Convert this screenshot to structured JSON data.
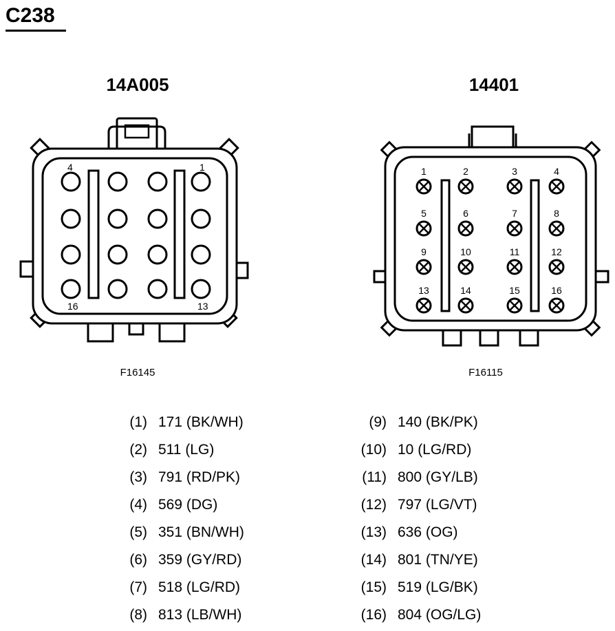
{
  "title": "C238",
  "left_connector": {
    "name": "14A005",
    "figure_code": "F16145",
    "pin_labels": {
      "top_left": "4",
      "top_right": "1",
      "bottom_left": "16",
      "bottom_right": "13"
    }
  },
  "right_connector": {
    "name": "14401",
    "figure_code": "F16115",
    "pin_labels": [
      "1",
      "2",
      "3",
      "4",
      "5",
      "6",
      "7",
      "8",
      "9",
      "10",
      "11",
      "12",
      "13",
      "14",
      "15",
      "16"
    ]
  },
  "pinout_left": [
    {
      "pin": "(1)",
      "wire": "171 (BK/WH)"
    },
    {
      "pin": "(2)",
      "wire": "511 (LG)"
    },
    {
      "pin": "(3)",
      "wire": "791 (RD/PK)"
    },
    {
      "pin": "(4)",
      "wire": "569 (DG)"
    },
    {
      "pin": "(5)",
      "wire": "351 (BN/WH)"
    },
    {
      "pin": "(6)",
      "wire": "359 (GY/RD)"
    },
    {
      "pin": "(7)",
      "wire": "518 (LG/RD)"
    },
    {
      "pin": "(8)",
      "wire": "813 (LB/WH)"
    }
  ],
  "pinout_right": [
    {
      "pin": "(9)",
      "wire": "140 (BK/PK)"
    },
    {
      "pin": "(10)",
      "wire": "10 (LG/RD)"
    },
    {
      "pin": "(11)",
      "wire": "800 (GY/LB)"
    },
    {
      "pin": "(12)",
      "wire": "797 (LG/VT)"
    },
    {
      "pin": "(13)",
      "wire": "636 (OG)"
    },
    {
      "pin": "(14)",
      "wire": "801 (TN/YE)"
    },
    {
      "pin": "(15)",
      "wire": "519 (LG/BK)"
    },
    {
      "pin": "(16)",
      "wire": "804 (OG/LG)"
    }
  ]
}
